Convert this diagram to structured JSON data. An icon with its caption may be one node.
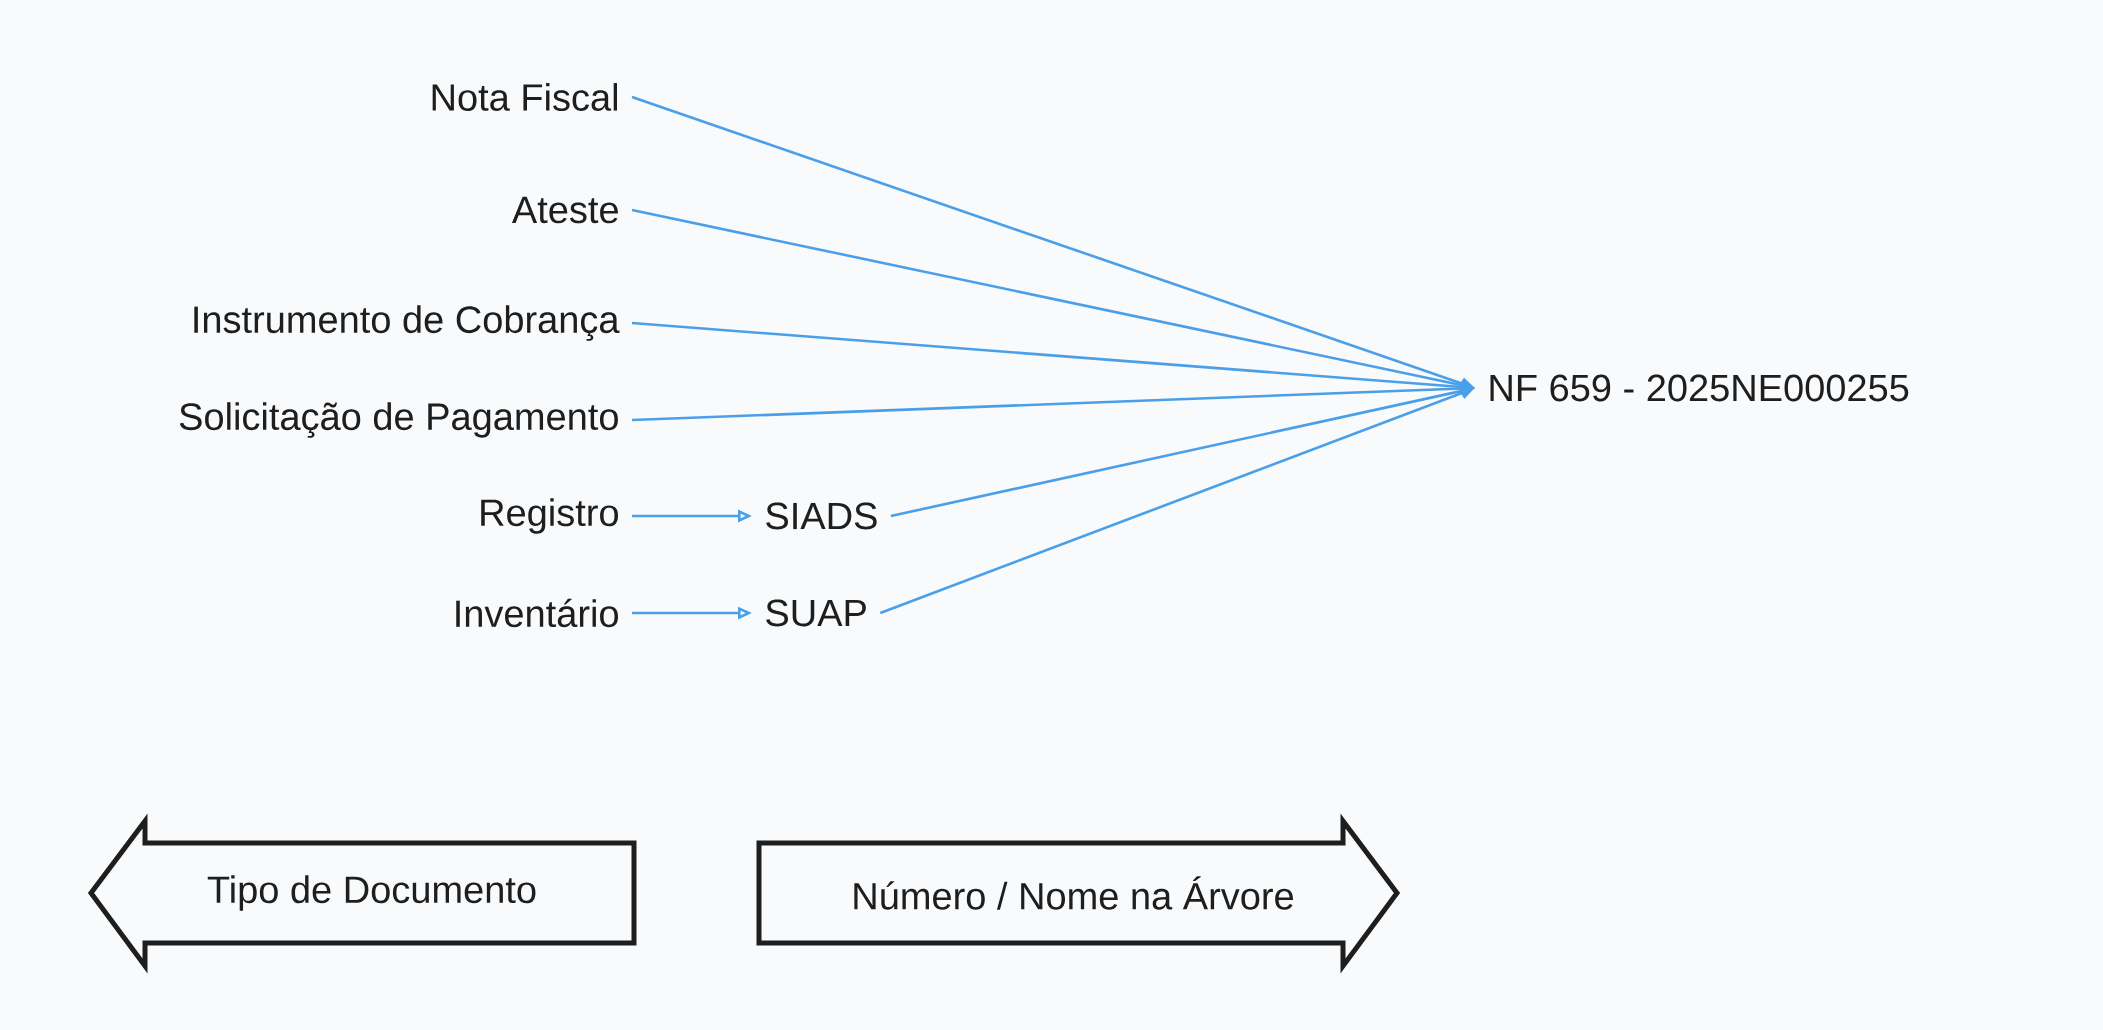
{
  "diagram": {
    "nodes": [
      {
        "text": [
          "Nota Fiscal"
        ]
      },
      {
        "text": [
          "Ateste"
        ]
      },
      {
        "text": [
          "Instrumento de Cobrança"
        ]
      },
      {
        "text": [
          "Solicitação de Pagamento"
        ]
      },
      {
        "text": [
          "Registro"
        ]
      },
      {
        "text": [
          "SIADS"
        ]
      },
      {
        "text": [
          "Inventário"
        ]
      },
      {
        "text": [
          "SUAP"
        ]
      },
      {
        "text": [
          "NF 659 - 2025NE000255"
        ]
      },
      {
        "text": [
          "Tipo de Documento"
        ]
      },
      {
        "text": [
          "Número / Nome na Árvore"
        ]
      }
    ],
    "edges": [
      {
        "from": 0,
        "to": 8,
        "arrow": "to"
      },
      {
        "from": 1,
        "to": 8,
        "arrow": "to"
      },
      {
        "from": 2,
        "to": 8,
        "arrow": "to"
      },
      {
        "from": 3,
        "to": 8,
        "arrow": "to"
      },
      {
        "from": 4,
        "to": 5,
        "arrow": "to"
      },
      {
        "from": 6,
        "to": 7,
        "arrow": "to"
      },
      {
        "from": 5,
        "to": 8,
        "arrow": "to"
      },
      {
        "from": 7,
        "to": 8,
        "arrow": "to"
      }
    ]
  }
}
